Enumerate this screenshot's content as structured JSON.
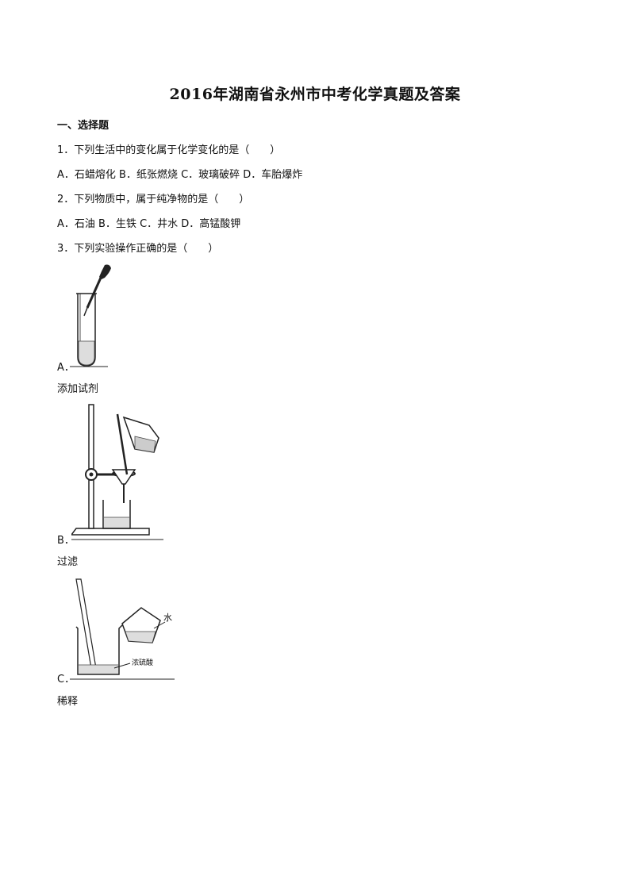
{
  "title": "2016年湖南省永州市中考化学真题及答案",
  "section": "一、选择题",
  "questions": [
    {
      "stem": "1．下列生活中的变化属于化学变化的是（　　）",
      "options": "A．石蜡熔化 B．纸张燃烧 C．玻璃破碎 D．车胎爆炸"
    },
    {
      "stem": "2．下列物质中，属于纯净物的是（　　）",
      "options": "A．石油 B．生铁 C．井水 D．高锰酸钾"
    },
    {
      "stem": "3．下列实验操作正确的是（　　）"
    }
  ],
  "figures": [
    {
      "label": "A．",
      "caption": "添加试剂"
    },
    {
      "label": "B．",
      "caption": "过滤"
    },
    {
      "label": "C．",
      "caption": "稀释",
      "labels": {
        "water": "水",
        "acid": "浓硫酸"
      }
    }
  ]
}
